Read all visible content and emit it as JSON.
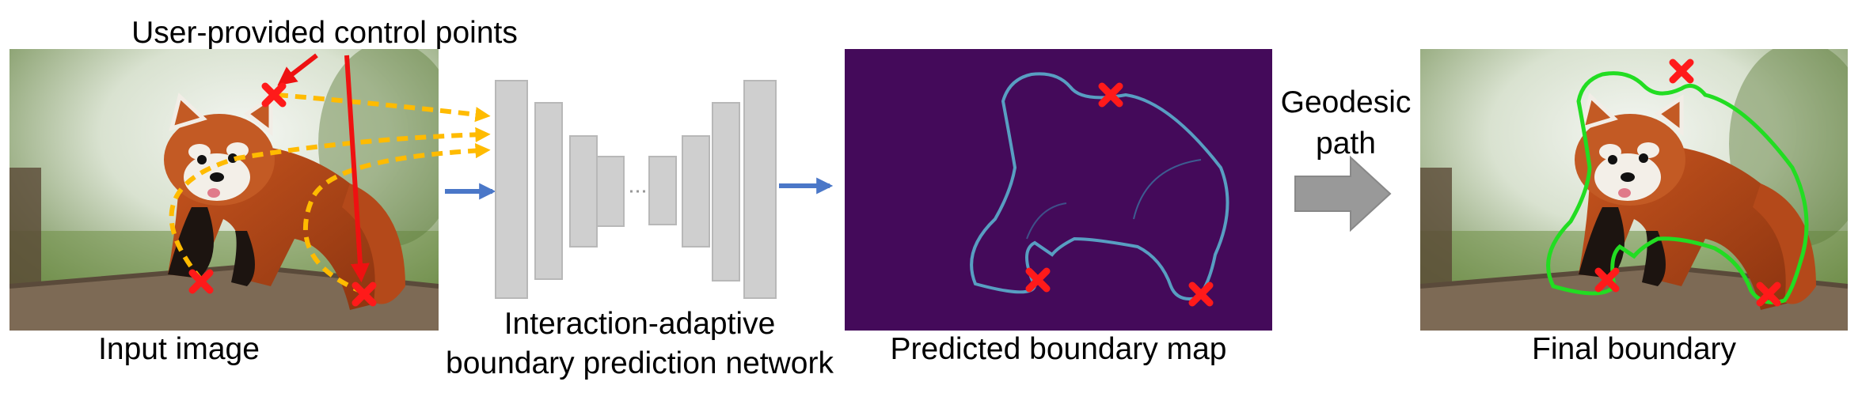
{
  "labels": {
    "control_points": "User-provided control points",
    "input_image": "Input image",
    "network_line1": "Interaction-adaptive",
    "network_line2": "boundary prediction network",
    "boundary_map": "Predicted boundary map",
    "geodesic_line1": "Geodesic",
    "geodesic_line2": "path",
    "final_boundary": "Final boundary"
  },
  "colors": {
    "marker": "#ff1a1a",
    "arrow_red": "#ee1111",
    "arrow_yellow": "#ffbb00",
    "arrow_blue": "#4a77c8",
    "network_block": "#cfcfcf",
    "boundary_bg": "#440a5a",
    "boundary_line": "#5aa6c8",
    "final_contour": "#22dd22",
    "geodesic_arrow": "#999999"
  },
  "icons": {
    "control_point": "x-marker-icon",
    "geodesic": "right-arrow-icon"
  }
}
